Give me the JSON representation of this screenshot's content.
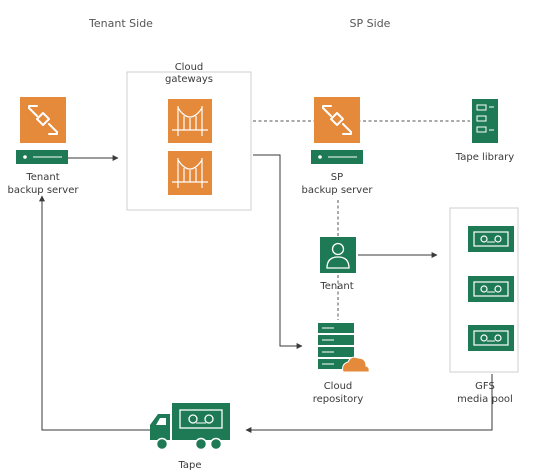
{
  "headers": {
    "tenant_side": "Tenant Side",
    "sp_side": "SP Side"
  },
  "nodes": {
    "tenant_server": {
      "line1": "Tenant",
      "line2": "backup server"
    },
    "cloud_gateways": {
      "line1": "Cloud",
      "line2": "gateways"
    },
    "sp_server": {
      "line1": "SP",
      "line2": "backup server"
    },
    "tape_library": {
      "label": "Tape library"
    },
    "tenant": {
      "label": "Tenant"
    },
    "cloud_repository": {
      "line1": "Cloud",
      "line2": "repository"
    },
    "gfs_pool": {
      "line1": "GFS",
      "line2": "media pool"
    },
    "tape": {
      "label": "Tape"
    }
  },
  "colors": {
    "orange": "#e5893a",
    "green": "#1e7a55",
    "border": "#cfcfcf",
    "text": "#3a3a3a"
  }
}
